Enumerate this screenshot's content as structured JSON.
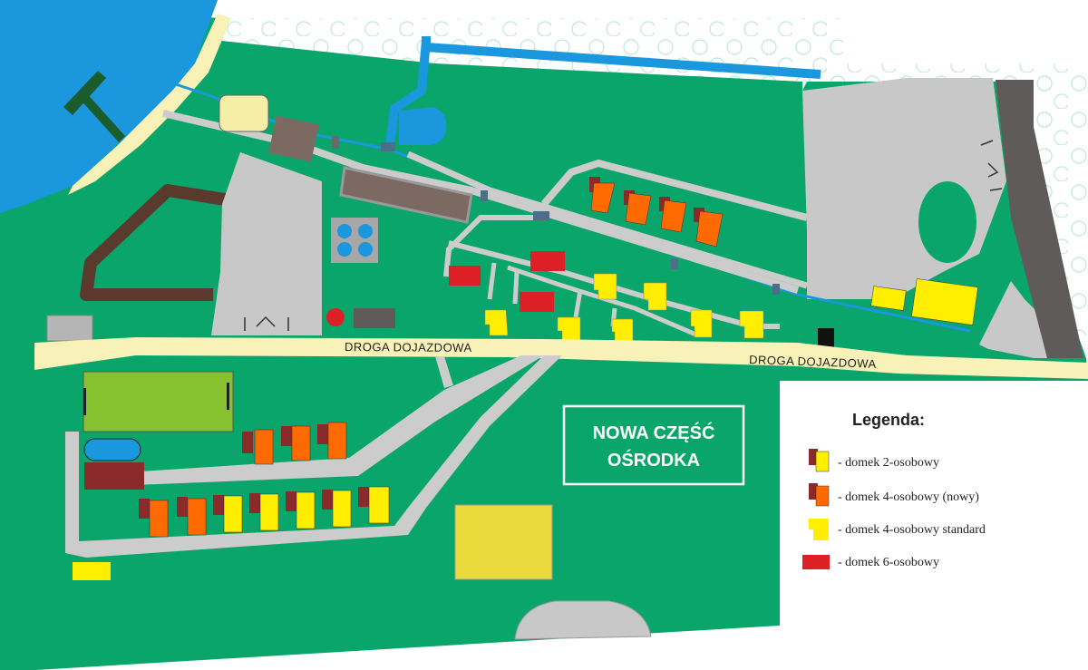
{
  "map": {
    "roads": [
      {
        "label": "DROGA DOJAZDOWA"
      },
      {
        "label": "DROGA DOJAZDOWA"
      }
    ],
    "zone": {
      "line1": "NOWA CZĘŚĆ",
      "line2": "OŚRODKA"
    },
    "legend": {
      "title": "Legenda:",
      "items": [
        {
          "label": "- domek 2-osobowy",
          "icon": "cabin-2-person-icon",
          "colors": [
            "#8b2a2a",
            "#ffee00"
          ]
        },
        {
          "label": "- domek 4-osobowy (nowy)",
          "icon": "cabin-4-person-new-icon",
          "colors": [
            "#8b2a2a",
            "#ff6a00"
          ]
        },
        {
          "label": "- domek 4-osobowy standard",
          "icon": "cabin-4-person-standard-icon",
          "colors": [
            "#ffee00"
          ]
        },
        {
          "label": "- domek 6-osobowy",
          "icon": "cabin-6-person-icon",
          "colors": [
            "#dd1f26"
          ]
        }
      ]
    },
    "colors": {
      "grass": "#0aa56a",
      "lake": "#1a97dd",
      "beach": "#f8f1b8",
      "road": "#f8f1b8",
      "path": "#cccccc",
      "parking": "#c8c8c8",
      "wall": "#5f5b5b",
      "pitch": "#86c12f",
      "hall": "#eada3c"
    }
  }
}
